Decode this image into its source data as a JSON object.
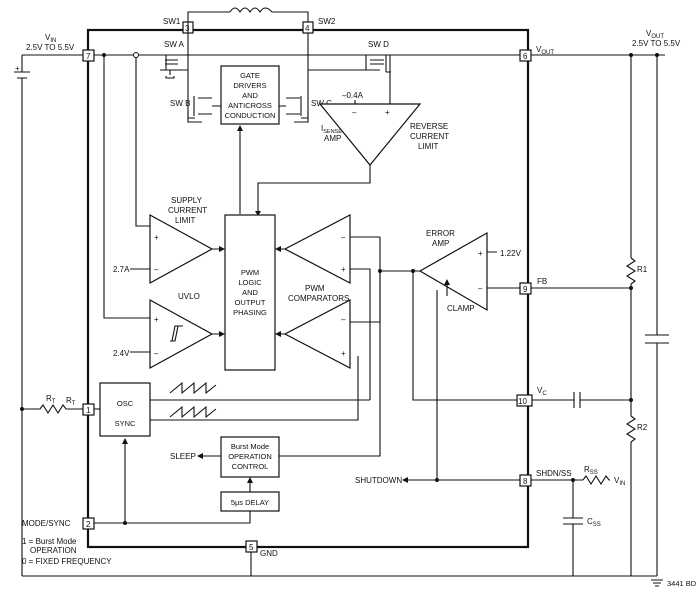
{
  "pins": {
    "vout_label": "V",
    "vout_sub": "OUT",
    "vout_range": "2.5V TO 5.5V",
    "vin_label": "V",
    "vin_sub": "IN",
    "vin_range": "2.5V TO 5.5V",
    "p1": "1",
    "p2": "2",
    "p3": "3",
    "p4": "4",
    "p5": "5",
    "p6": "6",
    "p7": "7",
    "p8": "8",
    "p9": "9",
    "p10": "10",
    "sw1": "SW1",
    "sw2": "SW2",
    "vout_pin": "V",
    "vout_pin_sub": "OUT",
    "fb": "FB",
    "vc": "V",
    "vc_sub": "C",
    "shdn": "SHDN/SS",
    "gnd": "GND",
    "rt_pin": "R",
    "rt_pin_sub": "T",
    "mode_sync": "MODE/SYNC"
  },
  "blocks": {
    "gate_line1": "GATE",
    "gate_line2": "DRIVERS",
    "gate_line3": "AND",
    "gate_line4": "ANTICROSS",
    "gate_line5": "CONDUCTION",
    "pwm_line1": "PWM",
    "pwm_line2": "LOGIC",
    "pwm_line3": "AND",
    "pwm_line4": "OUTPUT",
    "pwm_line5": "PHASING",
    "osc": "OSC",
    "sync": "SYNC",
    "burst_line1": "Burst Mode",
    "burst_line2": "OPERATION",
    "burst_line3": "CONTROL",
    "delay": "5μs DELAY"
  },
  "labels": {
    "sw_a": "SW A",
    "sw_b": "SW B",
    "sw_c": "SW C",
    "sw_d": "SW D",
    "isense_i": "I",
    "isense_sub": "SENSE",
    "isense_amp": "AMP",
    "minus_04a": "–0.4A",
    "rev_line1": "REVERSE",
    "rev_line2": "CURRENT",
    "rev_line3": "LIMIT",
    "supply_line1": "SUPPLY",
    "supply_line2": "CURRENT",
    "supply_line3": "LIMIT",
    "v27a": "2.7A",
    "uvlo": "UVLO",
    "v24": "2.4V",
    "pwm_comp": "PWM",
    "pwm_comp2": "COMPARATORS",
    "error_amp1": "ERROR",
    "error_amp2": "AMP",
    "v122": "1.22V",
    "clamp": "CLAMP",
    "sleep": "SLEEP",
    "shutdown": "SHUTDOWN",
    "r1": "R1",
    "r2": "R2",
    "rt_ext": "R",
    "rt_ext_sub": "T",
    "rss": "R",
    "rss_sub": "SS",
    "css": "C",
    "css_sub": "SS",
    "vin_right": "V",
    "vin_right_sub": "IN",
    "mode_note1": "1 = Burst Mode",
    "mode_note2": "OPERATION",
    "mode_note3": "0 = FIXED FREQUENCY",
    "fig_id": "3441 BD",
    "plus": "+",
    "minus": "–"
  }
}
